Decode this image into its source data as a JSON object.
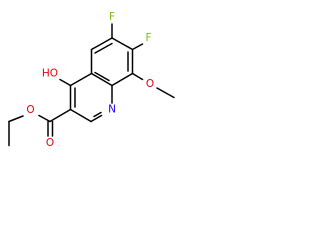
{
  "molecule": {
    "atoms": {
      "f_top": "F",
      "f_right": "F",
      "hydroxyl": "HO",
      "methoxy_o": "O",
      "ring_n": "N",
      "carbonyl_o": "O",
      "ester_o": "O"
    }
  },
  "colors": {
    "bond": "#000000",
    "fluorine": "#7dbb13",
    "oxygen": "#e8000b",
    "nitrogen": "#1d00ff"
  }
}
